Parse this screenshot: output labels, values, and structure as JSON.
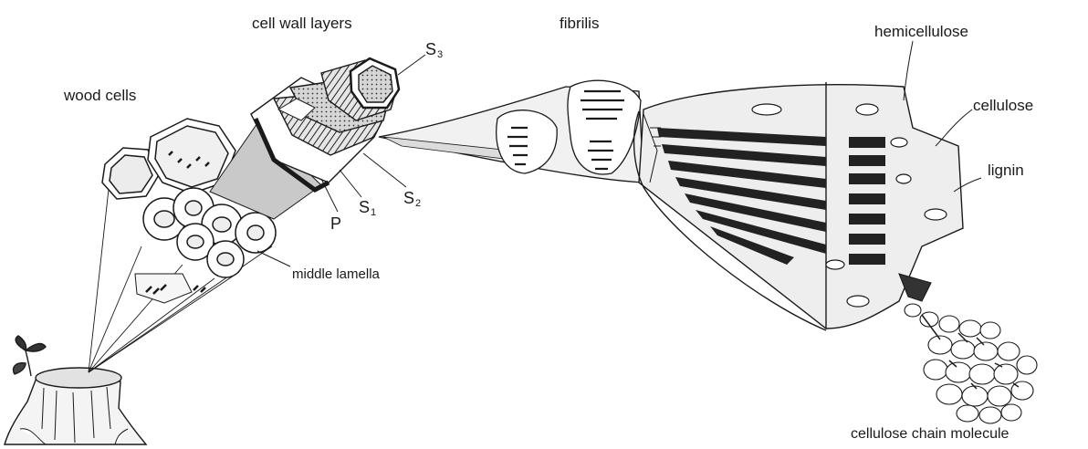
{
  "diagram": {
    "labels": {
      "wood_cells": "wood cells",
      "cell_wall_layers": "cell wall layers",
      "fibrilis": "fibrilis",
      "hemicellulose": "hemicellulose",
      "cellulose": "cellulose",
      "lignin": "lignin",
      "middle_lamella": "middle lamella",
      "cellulose_chain_molecule": "cellulose chain molecule",
      "s3": {
        "letter": "S",
        "sub": "3"
      },
      "s2": {
        "letter": "S",
        "sub": "2"
      },
      "s1": {
        "letter": "S",
        "sub": "1"
      },
      "p": "P"
    }
  },
  "colors": {
    "ink": "#1a1a1a",
    "background": "#ffffff",
    "shade": "#c9c9c9",
    "dark": "#222222"
  }
}
